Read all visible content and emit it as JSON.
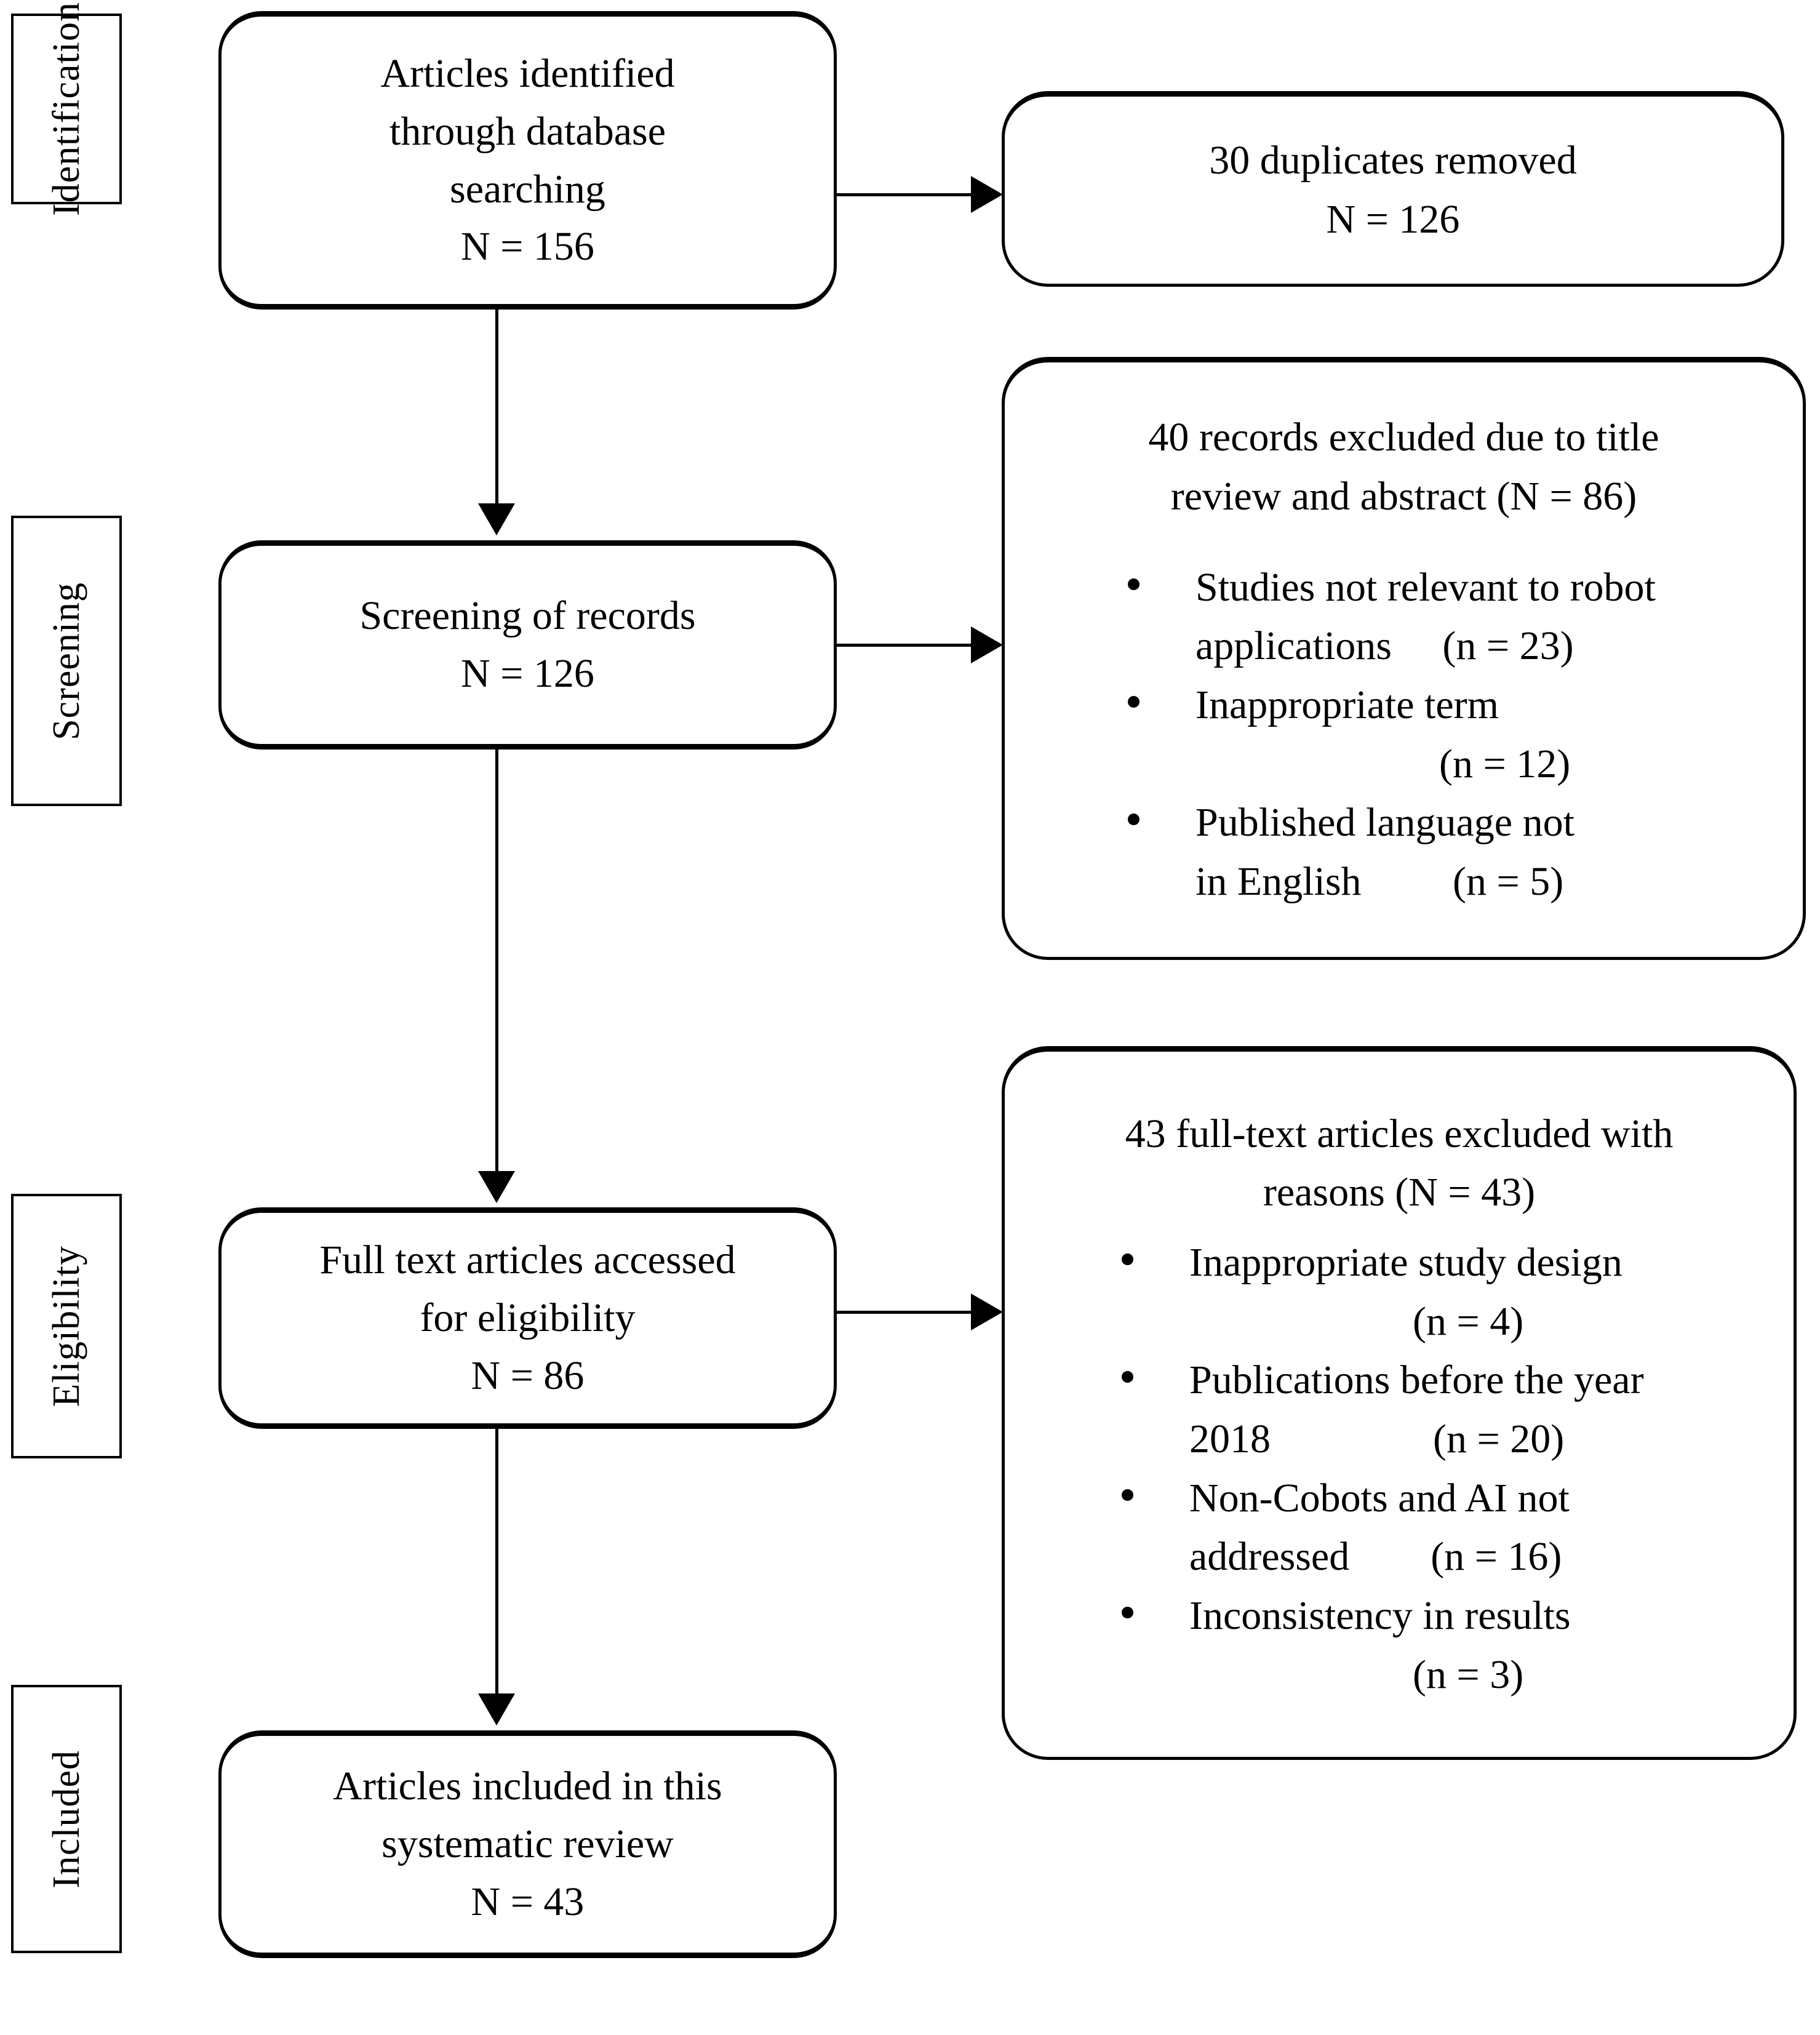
{
  "diagram": {
    "type": "prisma-flow-diagram",
    "stages": [
      {
        "id": "identification",
        "label": "Identification"
      },
      {
        "id": "screening",
        "label": "Screening"
      },
      {
        "id": "eligibility",
        "label": "Eligibility"
      },
      {
        "id": "included",
        "label": "Included"
      }
    ],
    "flow_boxes": [
      {
        "id": "identified",
        "lines": [
          "Articles identified",
          "through database",
          "searching",
          "N = 156"
        ]
      },
      {
        "id": "screening-records",
        "lines": [
          "Screening of records",
          "N = 126"
        ]
      },
      {
        "id": "full-text",
        "lines": [
          "Full text articles accessed",
          "for eligibility",
          "N = 86"
        ]
      },
      {
        "id": "included-articles",
        "lines": [
          "Articles included in this",
          "systematic review",
          "N = 43"
        ]
      }
    ],
    "exclusion_boxes": [
      {
        "id": "duplicates-removed",
        "heading": [
          "30 duplicates removed",
          "N = 126"
        ],
        "bullets": []
      },
      {
        "id": "title-abstract-excluded",
        "heading": [
          "40 records excluded due to title",
          "review and abstract (N = 86)"
        ],
        "bullets": [
          {
            "lines": [
              "Studies not relevant to robot",
              "applications     (n = 23)"
            ]
          },
          {
            "lines": [
              "Inappropriate term",
              "                        (n = 12)"
            ]
          },
          {
            "lines": [
              "Published language not",
              "in English         (n = 5)"
            ]
          }
        ]
      },
      {
        "id": "fulltext-excluded",
        "heading": [
          "43 full-text articles excluded with",
          "reasons (N = 43)"
        ],
        "bullets": [
          {
            "lines": [
              "Inappropriate study design",
              "                      (n = 4)"
            ]
          },
          {
            "lines": [
              "Publications before the year",
              "2018                (n = 20)"
            ]
          },
          {
            "lines": [
              "Non-Cobots and AI not",
              "addressed        (n = 16)"
            ]
          },
          {
            "lines": [
              "Inconsistency in results",
              "                      (n = 3)"
            ]
          }
        ]
      }
    ],
    "colors": {
      "stroke": "#000000",
      "background": "#ffffff"
    }
  }
}
